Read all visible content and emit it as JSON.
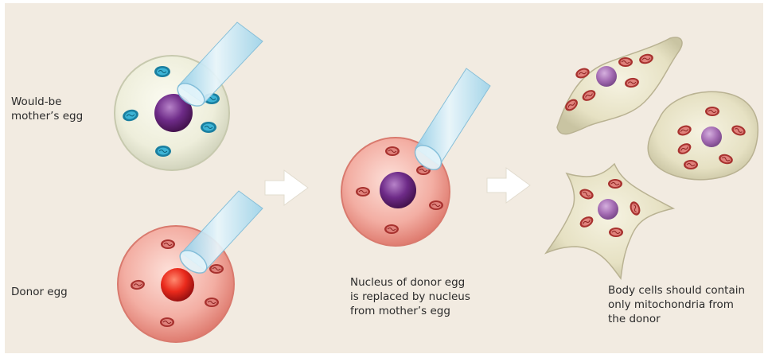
{
  "labels": {
    "mother_egg": "Would-be\nmother’s egg",
    "donor_egg": "Donor egg",
    "step_caption": "Nucleus of donor egg\nis replaced by nucleus\nfrom mother’s egg",
    "result_caption": "Body cells should contain\nonly mitochondria from\nthe donor"
  },
  "colors": {
    "background": "#f2ebe1",
    "mother_egg_fill": "#eeeedd",
    "donor_egg_fill": "#f0a49a",
    "nucleus_purple": "#6c2c86",
    "donor_nucleus_red": "#e8281e",
    "mitochondria_blue": "#1f8fb0",
    "mitochondria_red": "#c04a48",
    "body_cell_fill": "#e9e4c9",
    "body_nucleus": "#a670b4",
    "pipette": "#bfe3f4",
    "arrow": "#ffffff"
  }
}
